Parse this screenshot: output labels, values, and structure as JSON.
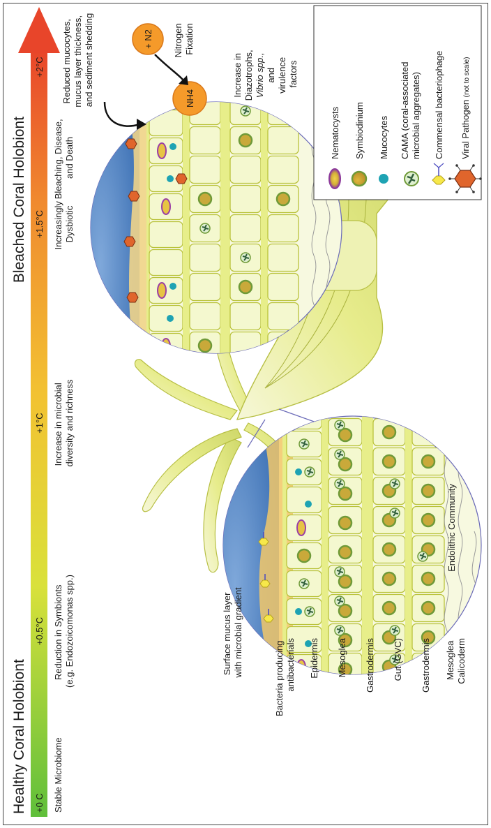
{
  "titles": {
    "healthy": "Healthy Coral Holobiont",
    "bleached": "Bleached Coral Holobiont"
  },
  "temperature_scale": {
    "marks": [
      "+0 C",
      "+0.5°C",
      "+1°C",
      "+1.5°C",
      "+2°C"
    ],
    "states": [
      [
        "Stable Microbiome"
      ],
      [
        "Reduction in Symbionts",
        "(e.g. Endozoicomonas spp.)"
      ],
      [
        "Increase in microbial",
        "diversity and richness"
      ],
      [
        "Increasingly",
        "Dysbiotic"
      ],
      [
        "Bleaching, Disease,",
        "and Death"
      ]
    ],
    "colors": [
      "#5fbf3a",
      "#d9e13a",
      "#f2c232",
      "#f08a2f",
      "#e8452a"
    ]
  },
  "tissue_layers": [
    [
      "Bacteria producing",
      "antibacterials"
    ],
    [
      "Epidermis"
    ],
    [
      "Mesoglea"
    ],
    [
      "Gastrodermis"
    ],
    [
      "Gut (GVC)"
    ],
    [
      "Gastrodermis"
    ],
    [
      "Mesoglea",
      "Calicoderm"
    ]
  ],
  "callouts": {
    "surface_mucus": [
      "Surface mucus layer",
      "with microbial gradient"
    ],
    "endolithic": "Endolithic Community",
    "reduced_mucocytes": [
      "Reduced mucocytes,",
      "mucus layer thickness,",
      "and sediment shedding"
    ],
    "nitrogen_fixation": [
      "Nitrogen",
      "Fixation"
    ],
    "n2": "+ N2",
    "nh4": "NH4",
    "diazotrophs": [
      "Increase in",
      "Diazotrophs,",
      "Vibrio spp.,",
      "and",
      "virulence",
      "factors"
    ]
  },
  "legend": {
    "items": [
      {
        "label": "Nematocysts",
        "icon": "nematocyst-icon"
      },
      {
        "label": "Symbiodinium",
        "icon": "symbiodinium-icon"
      },
      {
        "label": "Mucocytes",
        "icon": "mucocyte-icon"
      },
      {
        "label": "CAMA (coral-associated",
        "label2": "microbial aggregates)",
        "icon": "cama-icon"
      },
      {
        "label": "Commensal bacteriophage",
        "icon": "bacteriophage-icon"
      },
      {
        "label": "Viral Pathogen",
        "note": "(not to scale)",
        "icon": "viral-pathogen-icon"
      }
    ]
  },
  "palette": {
    "cell": "#f4f8cf",
    "cell_stroke": "#b9c23a",
    "mesoglea": "#e7ee8a",
    "seawater": "#4f86c6",
    "mucus": "#f3c25a",
    "symbiodinium": "#c9a93a",
    "symbiodinium_edge": "#6f9a38",
    "nematocyst": "#9b3fa5",
    "mucocyte": "#1ea3b3",
    "cama": "#2f5d3a",
    "phage": "#f7e84a",
    "virus": "#e0652c",
    "nitrogen": "#f59a2a"
  }
}
